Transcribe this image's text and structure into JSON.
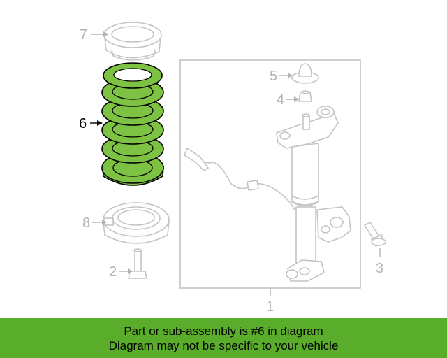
{
  "callouts": {
    "c1": "1",
    "c2": "2",
    "c3": "3",
    "c4": "4",
    "c5": "5",
    "c6": "6",
    "c7": "7",
    "c8": "8"
  },
  "banner": {
    "line1": "Part or sub-assembly is #6 in diagram",
    "line2": "Diagram may not be specific to your vehicle"
  },
  "colors": {
    "highlight": "#7dc242",
    "banner": "#5aad2a",
    "ghost": "#c4c4c4"
  }
}
